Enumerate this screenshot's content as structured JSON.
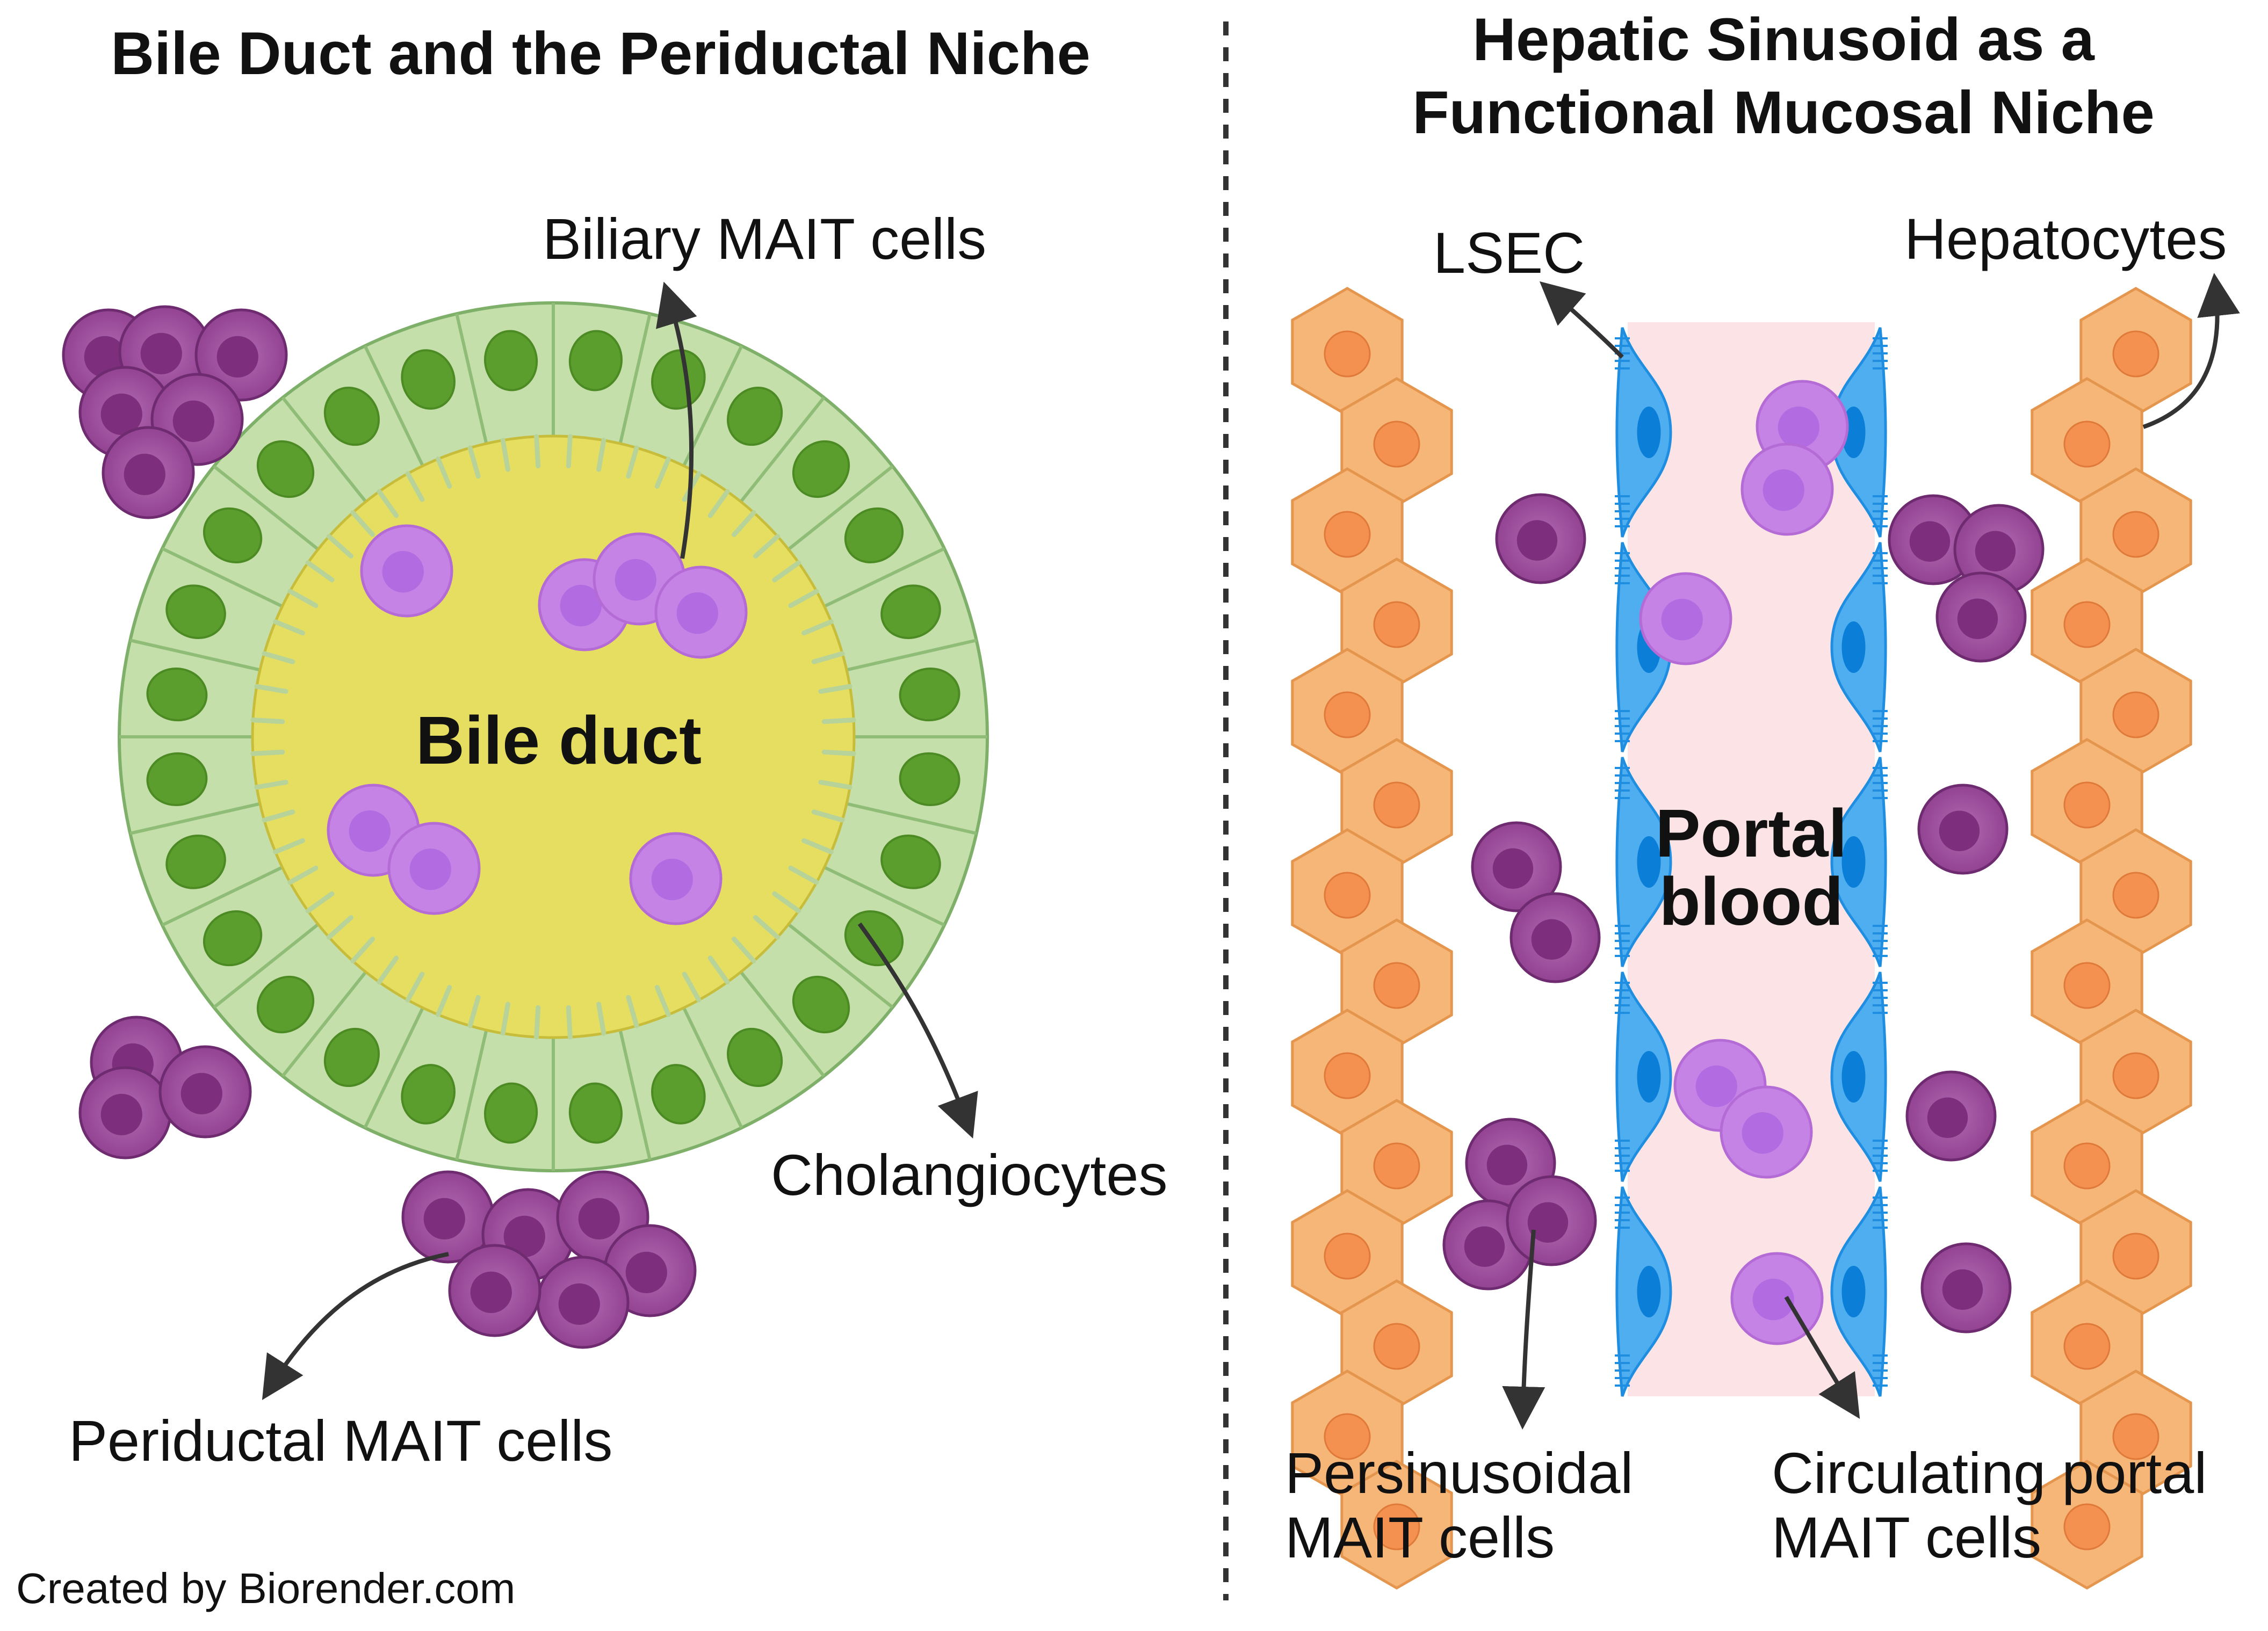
{
  "left_panel": {
    "title": "Bile Duct and the Periductal Niche",
    "center_label": "Bile duct",
    "labels": {
      "biliary": "Biliary MAIT cells",
      "cholangiocytes": "Cholangiocytes",
      "periductal": "Periductal MAIT cells"
    }
  },
  "right_panel": {
    "title_line1": "Hepatic Sinusoid as a",
    "title_line2": "Functional Mucosal Niche",
    "center_line1": "Portal",
    "center_line2": "blood",
    "labels": {
      "lsec": "LSEC",
      "hepatocytes": "Hepatocytes",
      "persinusoidal_line1": "Persinusoidal",
      "persinusoidal_line2": "MAIT cells",
      "circulating_line1": "Circulating portal",
      "circulating_line2": "MAIT cells"
    }
  },
  "credit": "Created by Biorender.com",
  "colors": {
    "cholangiocyte_fill": "#c4dfa9",
    "cholangiocyte_nucleus": "#5c9e2e",
    "bile_lumen": "#e6de60",
    "mait_periductal": "#9e4f9e",
    "mait_biliary": "#c583e6",
    "hepatocyte": "#f6b677",
    "hepatocyte_nucleus": "#f49150",
    "lsec": "#4eaef0",
    "portal_blood": "#fce4e6",
    "divider": "#333333"
  }
}
